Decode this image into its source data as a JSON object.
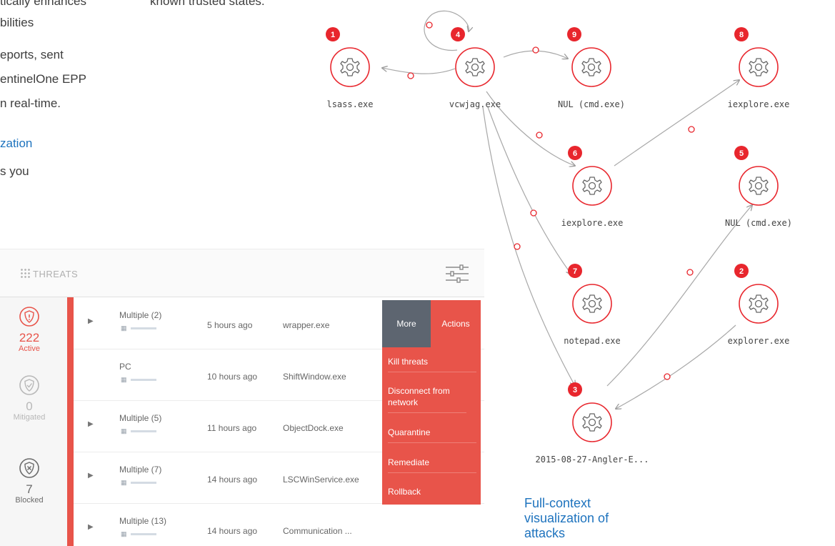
{
  "text_fragments": {
    "line1": "tically enhances",
    "line1b": "known trusted states.",
    "line2": "bilities",
    "line3": "eports, sent",
    "line4": "entinelOne EPP",
    "line5": "n real-time.",
    "line6": "zation",
    "line7": "s you"
  },
  "caption": "Full-context visualization of attacks",
  "threats_panel": {
    "title": "THREATS",
    "stats": [
      {
        "value": "222",
        "label": "Active",
        "color": "#e8544a"
      },
      {
        "value": "0",
        "label": "Mitigated",
        "color": "#b8b8b8"
      },
      {
        "value": "7",
        "label": "Blocked",
        "color": "#6b6b6b"
      }
    ],
    "rows": [
      {
        "name": "Multiple (2)",
        "time": "5 hours ago",
        "file": "wrapper.exe",
        "expandable": true
      },
      {
        "name": "PC",
        "time": "10 hours ago",
        "file": "ShiftWindow.exe",
        "expandable": false
      },
      {
        "name": "Multiple (5)",
        "time": "11 hours ago",
        "file": "ObjectDock.exe",
        "expandable": true
      },
      {
        "name": "Multiple (7)",
        "time": "14 hours ago",
        "file": "LSCWinService.exe",
        "expandable": true
      },
      {
        "name": "Multiple (13)",
        "time": "14 hours ago",
        "file": "Communication ...",
        "expandable": true
      }
    ],
    "os_icon": "windows-icon",
    "actions": {
      "more_label": "More",
      "actions_label": "Actions",
      "items": [
        "Kill threats",
        "Disconnect from network",
        "Quarantine",
        "Remediate",
        "Rollback"
      ]
    }
  },
  "graph": {
    "nodes": [
      {
        "badge": "1",
        "label": "lsass.exe"
      },
      {
        "badge": "4",
        "label": "vcwjag.exe"
      },
      {
        "badge": "9",
        "label": "NUL (cmd.exe)"
      },
      {
        "badge": "8",
        "label": "iexplore.exe"
      },
      {
        "badge": "6",
        "label": "iexplore.exe"
      },
      {
        "badge": "5",
        "label": "NUL (cmd.exe)"
      },
      {
        "badge": "7",
        "label": "notepad.exe"
      },
      {
        "badge": "2",
        "label": "explorer.exe"
      },
      {
        "badge": "3",
        "label": "2015-08-27-Angler-E..."
      }
    ],
    "node_icon": "gear-icon",
    "accent": "#e8262d"
  }
}
